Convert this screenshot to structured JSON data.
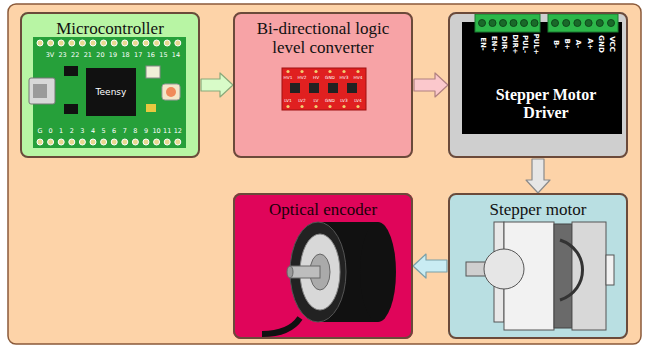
{
  "diagram": {
    "nodes": [
      {
        "text": [
          "Microcontroller"
        ]
      },
      {
        "text": [
          "Bi-directional logic level converter"
        ]
      },
      {
        "text": [
          "Stepper Motor Driver"
        ]
      },
      {
        "text": [
          "Stepper motor"
        ]
      },
      {
        "text": [
          "Optical encoder"
        ]
      }
    ],
    "edges": [
      {
        "from": 0,
        "to": 1,
        "arrow": "to"
      },
      {
        "from": 1,
        "to": 2,
        "arrow": "to"
      },
      {
        "from": 2,
        "to": 3,
        "arrow": "to"
      },
      {
        "from": 3,
        "to": 4,
        "arrow": "to"
      }
    ],
    "labels": [
      "3V",
      "23",
      "22",
      "21",
      "20",
      "19",
      "18",
      "17",
      "16",
      "15",
      "14",
      "Teensy",
      "G",
      "0",
      "1",
      "2",
      "3",
      "4",
      "5",
      "6",
      "7",
      "8",
      "9",
      "10",
      "11",
      "12",
      "HV1",
      "HV2",
      "HV",
      "GND",
      "HV3",
      "HV4",
      "LV1",
      "LV2",
      "LV",
      "GND",
      "LV3",
      "LV4",
      "EN-",
      "EN+",
      "DIR-",
      "DIR+",
      "PUL-",
      "PUL+",
      "B-",
      "B+",
      "A-",
      "A+",
      "GND",
      "VCC"
    ]
  }
}
